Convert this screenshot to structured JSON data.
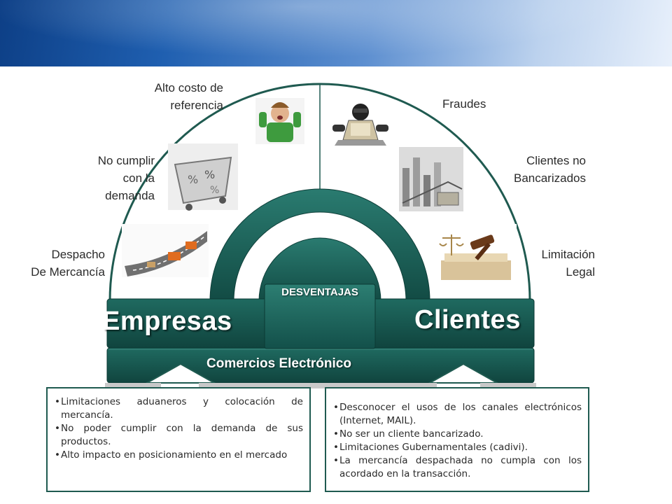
{
  "labels": {
    "alto_costo": [
      "Alto costo de",
      "referencia"
    ],
    "no_cumplir": [
      "No cumplir",
      "con la",
      "demanda"
    ],
    "despacho": [
      "Despacho",
      "De Mercancía"
    ],
    "fraudes": [
      "Fraudes"
    ],
    "no_bancarizados": [
      "Clientes no",
      "Bancarizados"
    ],
    "limitacion": [
      "Limitación",
      "Legal"
    ]
  },
  "center": {
    "tab": "DESVENTAJAS",
    "left_title": "Empresas",
    "right_title": "Clientes",
    "bar_title": "Comercios Electrónico"
  },
  "empresas_box": {
    "items": [
      "Limitaciones aduaneros y colocación de mercancía.",
      "No poder cumplir con la demanda de sus productos.",
      "Alto impacto en posicionamiento en el mercado"
    ]
  },
  "clientes_box": {
    "items": [
      "Desconocer el usos de los canales electrónicos (Internet, MAIL).",
      "No ser un cliente bancarizado.",
      "Limitaciones Gubernamentales (cadivi).",
      "La mercancía despachada no cumpla con los acordado en la transacción."
    ]
  },
  "colors": {
    "teal_dark": "#134f48",
    "teal": "#1e6b61",
    "arc_line": "#1f5a50"
  }
}
